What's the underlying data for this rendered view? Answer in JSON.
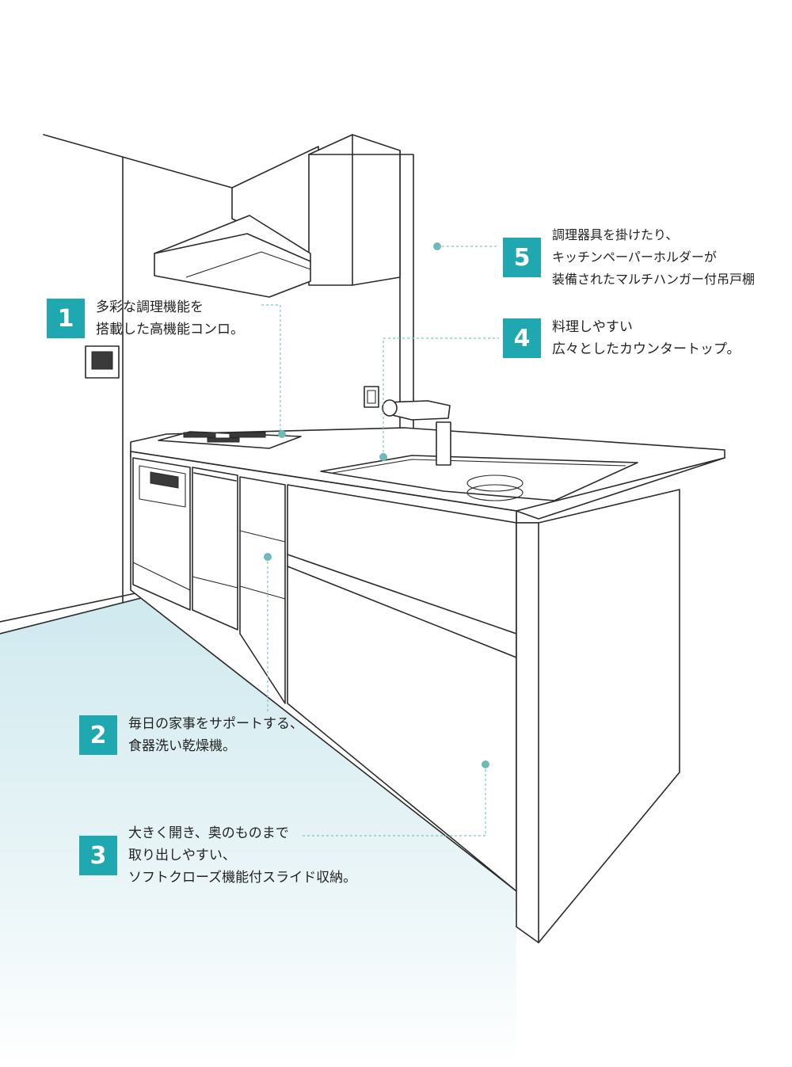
{
  "colors": {
    "badge": "#1fa8b0",
    "leader_line": "#7fc3c4",
    "floor_gradient_top": "#cfe9ee",
    "line_art": "#2a2a2a"
  },
  "callouts": [
    {
      "number": "1",
      "lines": [
        "多彩な調理機能を",
        "搭載した高機能コンロ。"
      ]
    },
    {
      "number": "2",
      "lines": [
        "毎日の家事をサポートする、",
        "食器洗い乾燥機。"
      ]
    },
    {
      "number": "3",
      "lines": [
        "大きく開き、奥のものまで",
        "取り出しやすい、",
        "ソフトクローズ機能付スライド収納。"
      ]
    },
    {
      "number": "4",
      "lines": [
        "料理しやすい",
        "広々としたカウンタートップ。"
      ]
    },
    {
      "number": "5",
      "lines": [
        "調理器具を掛けたり、",
        "キッチンペーパーホルダーが",
        "装備されたマルチハンガー付吊戸棚"
      ]
    }
  ]
}
